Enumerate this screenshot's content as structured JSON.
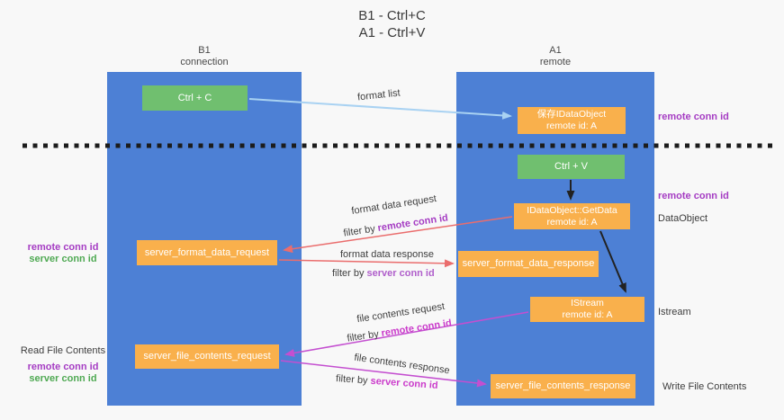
{
  "title": {
    "line1": "B1 - Ctrl+C",
    "line2": "A1 - Ctrl+V"
  },
  "columns": {
    "left": {
      "name": "B1",
      "role": "connection"
    },
    "right": {
      "name": "A1",
      "role": "remote"
    }
  },
  "boxes": {
    "ctrl_c": {
      "label": "Ctrl + C"
    },
    "ctrl_v": {
      "label": "Ctrl + V"
    },
    "save_idataobject": {
      "line1": "保存IDataObject",
      "line2": "remote id: A"
    },
    "getdata": {
      "line1": "IDataObject::GetData",
      "line2": "remote id: A"
    },
    "istream": {
      "line1": "IStream",
      "line2": "remote id: A"
    },
    "format_request": {
      "label": "server_format_data_request"
    },
    "format_response": {
      "label": "server_format_data_response"
    },
    "file_request": {
      "label": "server_file_contents_request"
    },
    "file_response": {
      "label": "server_file_contents_response"
    }
  },
  "arrows": {
    "format_list": {
      "label": "format list"
    },
    "format_request": {
      "label": "format data request",
      "filter_prefix": "filter by ",
      "filter_key": "remote conn id"
    },
    "format_response": {
      "label": "format data response",
      "filter_prefix": "filter by ",
      "filter_key": "server conn id"
    },
    "file_request": {
      "label": "file contents request",
      "filter_prefix": "filter by ",
      "filter_key": "remote conn id"
    },
    "file_response": {
      "label": "file contents response",
      "filter_prefix": "filter by ",
      "filter_key": "server conn id"
    }
  },
  "side_labels": {
    "right_remote_1": "remote conn id",
    "right_remote_2": "remote conn id",
    "dataobject": "DataObject",
    "istream": "Istream",
    "write_file": "Write File Contents",
    "left_remote_1": "remote conn id",
    "left_server_1": "server conn id",
    "read_file": "Read File Contents",
    "left_remote_2": "remote conn id",
    "left_server_2": "server conn id"
  },
  "colors": {
    "column_blue": "#4d80d5",
    "box_orange": "#f9b04c",
    "box_green": "#70bf6f",
    "arrow_salmon": "#ea6d6d",
    "arrow_magenta": "#c44fd0",
    "arrow_lightblue": "#a9d2f2",
    "arrow_black": "#222222",
    "dashed_line": "#1c1c1c",
    "text_purple": "#a53cc3",
    "text_magenta": "#cb3ccb",
    "text_green": "#4fa953"
  }
}
